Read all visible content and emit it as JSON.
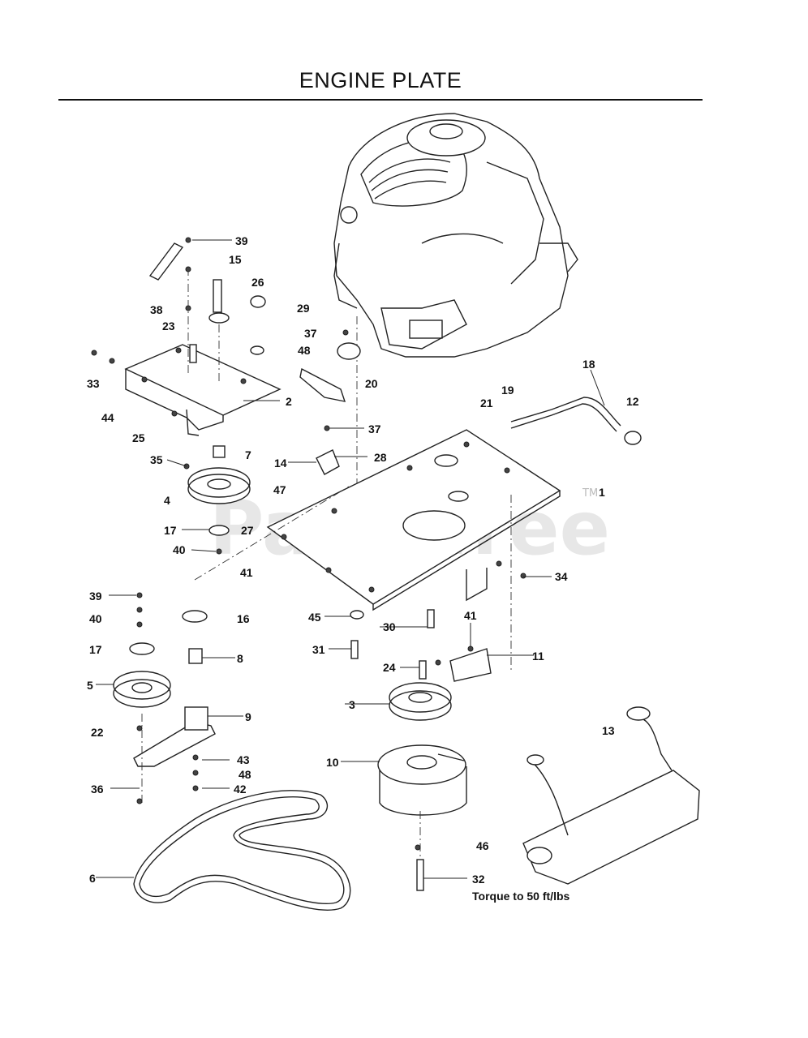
{
  "title": "ENGINE PLATE",
  "watermark": "PartsTree",
  "watermark_tm": "TM",
  "torque_note": "Torque to 50 ft/lbs",
  "callouts": {
    "c1": "1",
    "c2": "2",
    "c3": "3",
    "c4": "4",
    "c5": "5",
    "c6": "6",
    "c7": "7",
    "c8": "8",
    "c9": "9",
    "c10": "10",
    "c11": "11",
    "c12": "12",
    "c13": "13",
    "c14": "14",
    "c15": "15",
    "c16": "16",
    "c17a": "17",
    "c17b": "17",
    "c18": "18",
    "c19": "19",
    "c20": "20",
    "c21": "21",
    "c22": "22",
    "c23": "23",
    "c24": "24",
    "c25": "25",
    "c26": "26",
    "c27": "27",
    "c28": "28",
    "c29": "29",
    "c30": "30",
    "c31": "31",
    "c32": "32",
    "c33": "33",
    "c34": "34",
    "c35": "35",
    "c36": "36",
    "c37a": "37",
    "c37b": "37",
    "c38": "38",
    "c39a": "39",
    "c39b": "39",
    "c40a": "40",
    "c40b": "40",
    "c41a": "41",
    "c41b": "41",
    "c42": "42",
    "c43": "43",
    "c44": "44",
    "c45": "45",
    "c46": "46",
    "c47": "47",
    "c48a": "48",
    "c48b": "48"
  }
}
